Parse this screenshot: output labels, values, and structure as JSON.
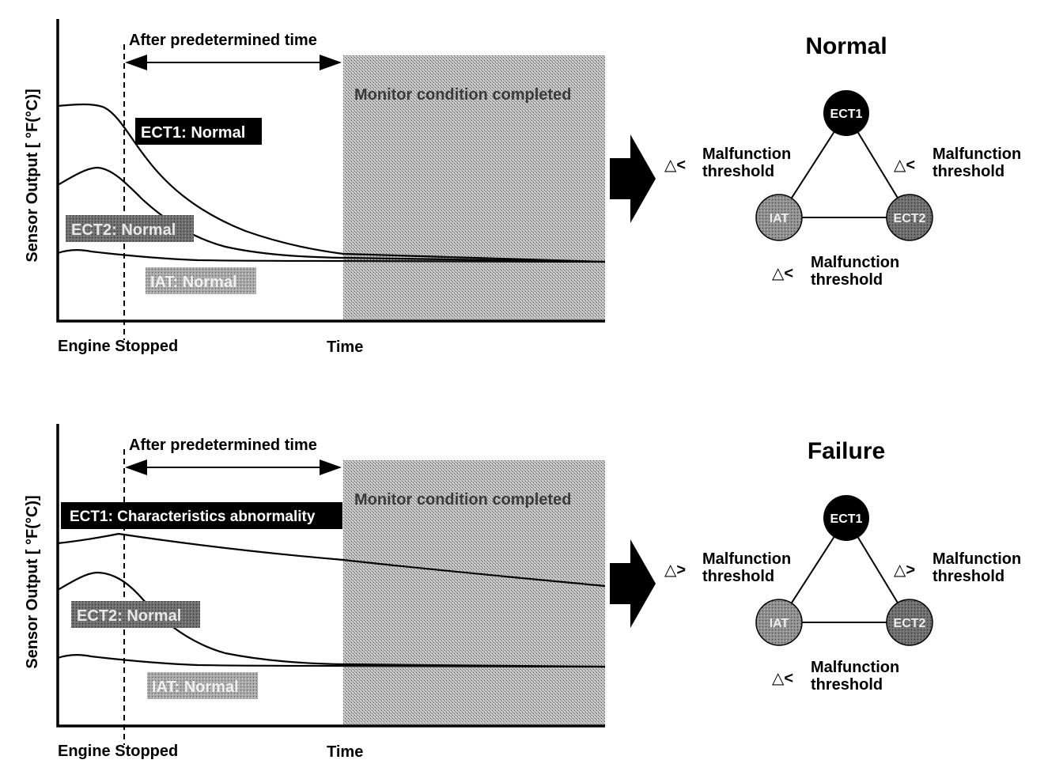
{
  "panels": [
    {
      "id": "normal",
      "ylabel": "Sensor Output [ °F(°C)]",
      "after_time": "After predetermined time",
      "monitor": "Monitor condition completed",
      "engine_stopped": "Engine Stopped",
      "time": "Time",
      "ect1_label": "ECT1: Normal",
      "ect2_label": "ECT2: Normal",
      "iat_label": "IAT: Normal",
      "state_title": "Normal",
      "node_ect1": "ECT1",
      "node_iat": "IAT",
      "node_ect2": "ECT2",
      "edge_left_symbol": "△<",
      "edge_right_symbol": "△<",
      "edge_bottom_symbol": "△<",
      "threshold_line1": "Malfunction",
      "threshold_line2": "threshold"
    },
    {
      "id": "failure",
      "ylabel": "Sensor Output [ °F(°C)]",
      "after_time": "After predetermined time",
      "monitor": "Monitor condition completed",
      "engine_stopped": "Engine Stopped",
      "time": "Time",
      "ect1_label": "ECT1: Characteristics abnormality",
      "ect2_label": "ECT2: Normal",
      "iat_label": "IAT: Normal",
      "state_title": "Failure",
      "node_ect1": "ECT1",
      "node_iat": "IAT",
      "node_ect2": "ECT2",
      "edge_left_symbol": "△>",
      "edge_right_symbol": "△>",
      "edge_bottom_symbol": "△<",
      "threshold_line1": "Malfunction",
      "threshold_line2": "threshold"
    }
  ]
}
